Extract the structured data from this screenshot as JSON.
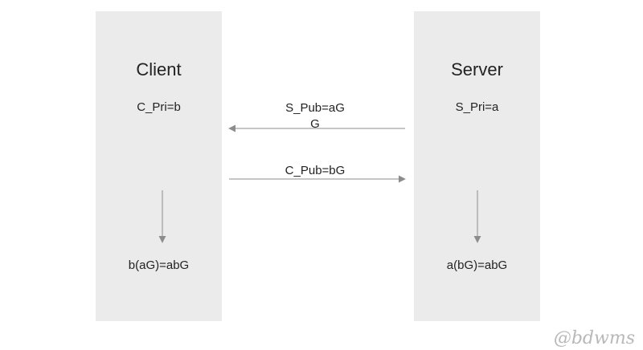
{
  "client": {
    "title": "Client",
    "private_key": "C_Pri=b",
    "shared_secret": "b(aG)=abG"
  },
  "server": {
    "title": "Server",
    "private_key": "S_Pri=a",
    "shared_secret": "a(bG)=abG"
  },
  "messages": {
    "server_to_client_line1": "S_Pub=aG",
    "server_to_client_line2": "G",
    "client_to_server": "C_Pub=bG"
  },
  "watermark": "@bdwms",
  "colors": {
    "panel": "#ebebeb",
    "arrow": "#8c8c8c",
    "text": "#222222",
    "watermark": "#b8b8b8"
  }
}
